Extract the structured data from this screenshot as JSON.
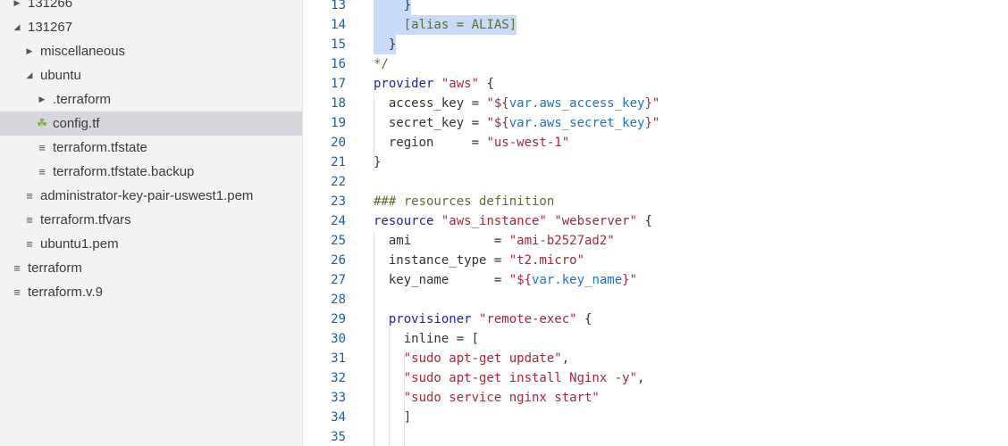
{
  "sidebar": {
    "items": [
      {
        "label": "131266",
        "indent": 28,
        "twisty": "right",
        "icon": "",
        "selected": false
      },
      {
        "label": "131267",
        "indent": 28,
        "twisty": "down",
        "icon": "",
        "selected": false
      },
      {
        "label": "miscellaneous",
        "indent": 42,
        "twisty": "right",
        "icon": "",
        "selected": false
      },
      {
        "label": "ubuntu",
        "indent": 42,
        "twisty": "down",
        "icon": "",
        "selected": false
      },
      {
        "label": ".terraform",
        "indent": 56,
        "twisty": "right",
        "icon": "",
        "selected": false
      },
      {
        "label": "config.tf",
        "indent": 56,
        "twisty": "",
        "icon": "terraform",
        "selected": true
      },
      {
        "label": "terraform.tfstate",
        "indent": 56,
        "twisty": "",
        "icon": "lines",
        "selected": false
      },
      {
        "label": "terraform.tfstate.backup",
        "indent": 56,
        "twisty": "",
        "icon": "lines",
        "selected": false
      },
      {
        "label": "administrator-key-pair-uswest1.pem",
        "indent": 42,
        "twisty": "",
        "icon": "lines",
        "selected": false
      },
      {
        "label": "terraform.tfvars",
        "indent": 42,
        "twisty": "",
        "icon": "lines",
        "selected": false
      },
      {
        "label": "ubuntu1.pem",
        "indent": 42,
        "twisty": "",
        "icon": "lines",
        "selected": false
      },
      {
        "label": "terraform",
        "indent": 28,
        "twisty": "",
        "icon": "lines",
        "selected": false
      },
      {
        "label": "terraform.v.9",
        "indent": 28,
        "twisty": "",
        "icon": "lines",
        "selected": false
      }
    ]
  },
  "editor": {
    "lines": [
      {
        "n": "13",
        "hl": true,
        "tokens": [
          [
            "pun",
            "    }"
          ]
        ]
      },
      {
        "n": "14",
        "hl": true,
        "tokens": [
          [
            "com",
            "    [alias = ALIAS]"
          ]
        ]
      },
      {
        "n": "15",
        "hl": true,
        "tokens": [
          [
            "pun",
            "  }"
          ]
        ]
      },
      {
        "n": "16",
        "hl": false,
        "tokens": [
          [
            "com",
            "*/"
          ]
        ]
      },
      {
        "n": "17",
        "hl": false,
        "tokens": [
          [
            "kw",
            "provider"
          ],
          [
            "pun",
            " "
          ],
          [
            "str",
            "\"aws\""
          ],
          [
            "pun",
            " {"
          ]
        ]
      },
      {
        "n": "18",
        "hl": false,
        "tokens": [
          [
            "pun",
            "  access_key = "
          ],
          [
            "str",
            "\"${"
          ],
          [
            "var",
            "var.aws_access_key"
          ],
          [
            "str",
            "}\""
          ]
        ]
      },
      {
        "n": "19",
        "hl": false,
        "tokens": [
          [
            "pun",
            "  secret_key = "
          ],
          [
            "str",
            "\"${"
          ],
          [
            "var",
            "var.aws_secret_key"
          ],
          [
            "str",
            "}\""
          ]
        ]
      },
      {
        "n": "20",
        "hl": false,
        "tokens": [
          [
            "pun",
            "  region     = "
          ],
          [
            "str",
            "\"us-west-1\""
          ]
        ]
      },
      {
        "n": "21",
        "hl": false,
        "tokens": [
          [
            "pun",
            "}"
          ]
        ]
      },
      {
        "n": "22",
        "hl": false,
        "tokens": [
          [
            "pun",
            ""
          ]
        ]
      },
      {
        "n": "23",
        "hl": false,
        "tokens": [
          [
            "com",
            "### resources definition"
          ]
        ]
      },
      {
        "n": "24",
        "hl": false,
        "tokens": [
          [
            "kw",
            "resource"
          ],
          [
            "pun",
            " "
          ],
          [
            "str",
            "\"aws_instance\""
          ],
          [
            "pun",
            " "
          ],
          [
            "str",
            "\"webserver\""
          ],
          [
            "pun",
            " {"
          ]
        ]
      },
      {
        "n": "25",
        "hl": false,
        "tokens": [
          [
            "pun",
            "  ami           = "
          ],
          [
            "str",
            "\"ami-b2527ad2\""
          ]
        ]
      },
      {
        "n": "26",
        "hl": false,
        "tokens": [
          [
            "pun",
            "  instance_type = "
          ],
          [
            "str",
            "\"t2.micro\""
          ]
        ]
      },
      {
        "n": "27",
        "hl": false,
        "tokens": [
          [
            "pun",
            "  key_name      = "
          ],
          [
            "str",
            "\"${"
          ],
          [
            "var",
            "var.key_name"
          ],
          [
            "str",
            "}\""
          ]
        ]
      },
      {
        "n": "28",
        "hl": false,
        "tokens": [
          [
            "pun",
            ""
          ]
        ]
      },
      {
        "n": "29",
        "hl": false,
        "tokens": [
          [
            "pun",
            "  "
          ],
          [
            "kw",
            "provisioner"
          ],
          [
            "pun",
            " "
          ],
          [
            "str",
            "\"remote-exec\""
          ],
          [
            "pun",
            " {"
          ]
        ]
      },
      {
        "n": "30",
        "hl": false,
        "tokens": [
          [
            "pun",
            "    inline = ["
          ]
        ]
      },
      {
        "n": "31",
        "hl": false,
        "tokens": [
          [
            "str",
            "    \"sudo apt-get update\""
          ],
          [
            "pun",
            ","
          ]
        ]
      },
      {
        "n": "32",
        "hl": false,
        "tokens": [
          [
            "str",
            "    \"sudo apt-get install Nginx -y\""
          ],
          [
            "pun",
            ","
          ]
        ]
      },
      {
        "n": "33",
        "hl": false,
        "tokens": [
          [
            "str",
            "    \"sudo service nginx start\""
          ]
        ]
      },
      {
        "n": "34",
        "hl": false,
        "tokens": [
          [
            "pun",
            "    ]"
          ]
        ]
      },
      {
        "n": "35",
        "hl": false,
        "tokens": [
          [
            "pun",
            ""
          ]
        ]
      }
    ]
  }
}
